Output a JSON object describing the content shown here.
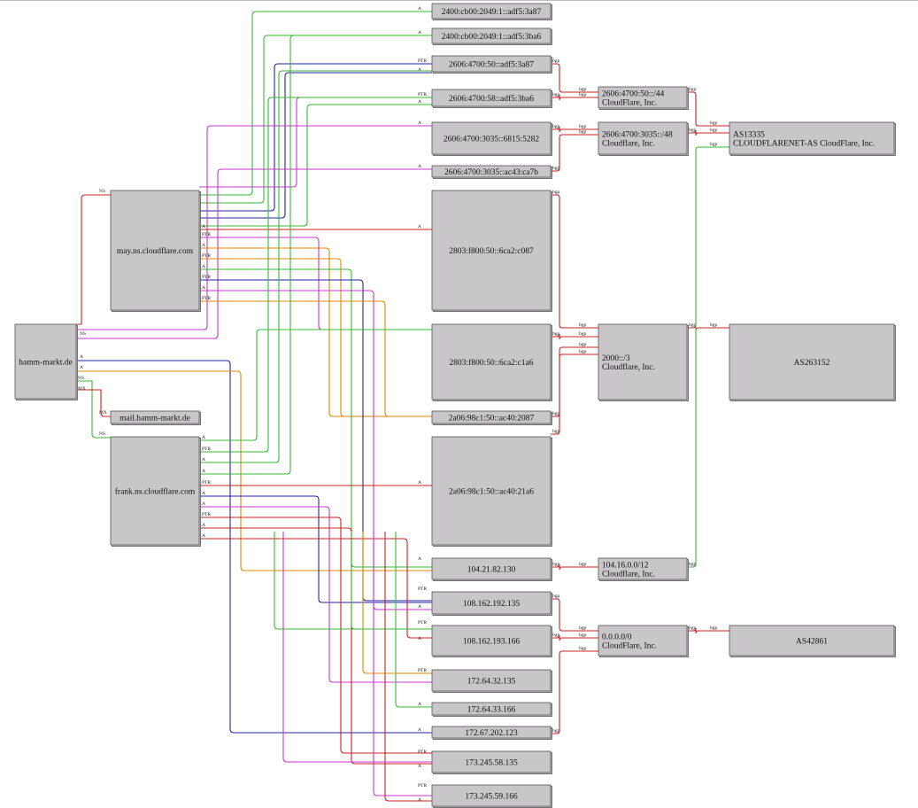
{
  "colors": {
    "red": "#cc2020",
    "green": "#33bb33",
    "blue": "#2222aa",
    "magenta": "#cc33cc",
    "orange": "#dd8800",
    "node_fill": "#c9c6c9"
  },
  "nodes": {
    "domain": "hamm-markt.de",
    "ns1": "may.ns.cloudflare.com",
    "ns2": "frank.ns.cloudflare.com",
    "mx": "mail.hamm-markt.de",
    "ip6_1": "2400:cb00:2049:1::adf5:3a87",
    "ip6_2": "2400:cb00:2049:1::adf5:3ba6",
    "ip6_3": "2606:4700:50::adf5:3a87",
    "ip6_4": "2606:4700:58::adf5:3ba6",
    "ip6_5": "2606:4700:3035::6815:5282",
    "ip6_6": "2606:4700:3035::ac43:ca7b",
    "ip6_7": "2803:f800:50::6ca2:c087",
    "ip6_8": "2803:f800:50::6ca2:c1a6",
    "ip6_9": "2a06:98c1:50::ac40:2087",
    "ip6_10": "2a06:98c1:50::ac40:21a6",
    "ip4_1": "104.21.82.130",
    "ip4_2": "108.162.192.135",
    "ip4_3": "108.162.193.166",
    "ip4_4": "172.64.32.135",
    "ip4_5": "172.64.33.166",
    "ip4_6": "172.67.202.123",
    "ip4_7": "173.245.58.135",
    "ip4_8": "173.245.59.166",
    "pfx1_a": "2606:4700:50::/44",
    "pfx1_b": "CloudFlare, Inc.",
    "pfx2_a": "2606:4700:3035::/48",
    "pfx2_b": "Cloudflare, Inc.",
    "pfx3_a": "2000::/3",
    "pfx3_b": "Cloudflare, Inc.",
    "pfx4_a": "104.16.0.0/12",
    "pfx4_b": "Cloudflare, Inc.",
    "pfx5_a": "0.0.0.0/0",
    "pfx5_b": "CloudFlare, Inc.",
    "as1_a": "AS13335",
    "as1_b": "CLOUDFLARENET-AS CloudFlare, Inc.",
    "as2": "AS263152",
    "as3": "AS42861"
  },
  "edge_labels": {
    "a": "A",
    "ptr": "PTR",
    "ns": "NS",
    "mx": "MX",
    "bgp": "bgp"
  }
}
